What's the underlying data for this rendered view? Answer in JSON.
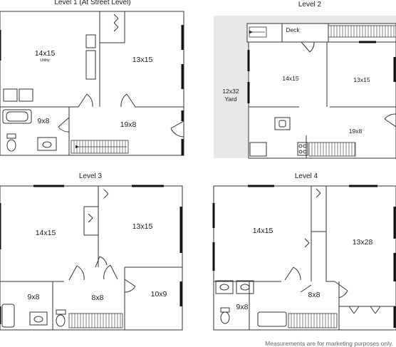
{
  "levels": [
    {
      "title": "Level 1 (At Street Level)",
      "rooms": [
        {
          "label": "14x15",
          "sub": "Utility"
        },
        {
          "label": "13x15"
        },
        {
          "label": "9x8"
        },
        {
          "label": "19x8"
        }
      ]
    },
    {
      "title": "Level 2",
      "deck": "Deck",
      "yard": [
        "12x32",
        "Yard"
      ],
      "rooms": [
        {
          "label": "14x15"
        },
        {
          "label": "13x15"
        },
        {
          "label": "19x8"
        }
      ]
    },
    {
      "title": "Level 3",
      "rooms": [
        {
          "label": "14x15"
        },
        {
          "label": "13x15"
        },
        {
          "label": "9x8"
        },
        {
          "label": "8x8"
        },
        {
          "label": "10x9"
        }
      ]
    },
    {
      "title": "Level 4",
      "rooms": [
        {
          "label": "14x15"
        },
        {
          "label": "13x28"
        },
        {
          "label": "8x8"
        },
        {
          "label": "9x8"
        }
      ]
    }
  ],
  "footer": "Measurements are for marketing purposes only.",
  "colors": {
    "wall": "#333333",
    "window": "#111111",
    "yard": "#e8e8e8"
  }
}
